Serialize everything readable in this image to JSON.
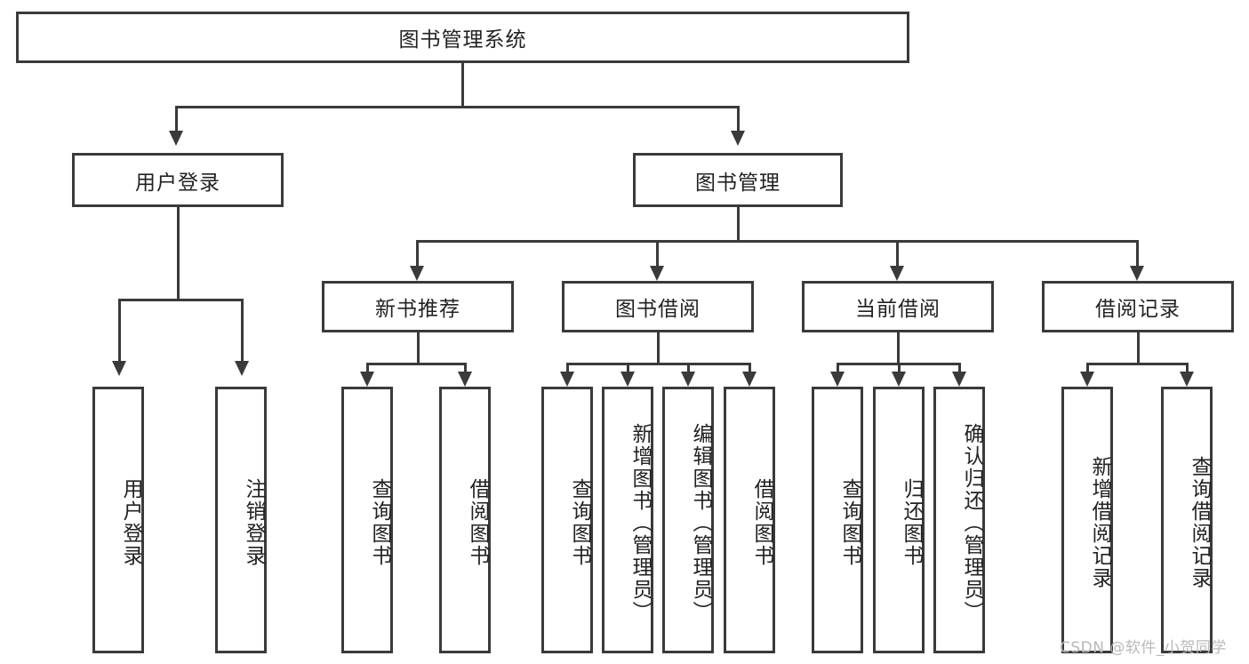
{
  "diagram": {
    "type": "hierarchy-tree",
    "title": "图书管理系统",
    "root": {
      "label": "图书管理系统"
    },
    "level1": [
      {
        "label": "用户登录"
      },
      {
        "label": "图书管理"
      }
    ],
    "level2": [
      {
        "label": "新书推荐"
      },
      {
        "label": "图书借阅"
      },
      {
        "label": "当前借阅"
      },
      {
        "label": "借阅记录"
      }
    ],
    "leaves": {
      "user_login": [
        {
          "label": "用户登录"
        },
        {
          "label": "注销登录"
        }
      ],
      "new_book_recommend": [
        {
          "label": "查询图书"
        },
        {
          "label": "借阅图书"
        }
      ],
      "book_borrow": [
        {
          "label": "查询图书"
        },
        {
          "label": "新增图书（管理员）"
        },
        {
          "label": "编辑图书（管理员）"
        },
        {
          "label": "借阅图书"
        }
      ],
      "current_borrow": [
        {
          "label": "查询图书"
        },
        {
          "label": "归还图书"
        },
        {
          "label": "确认归还（管理员）"
        }
      ],
      "borrow_record": [
        {
          "label": "新增借阅记录"
        },
        {
          "label": "查询借阅记录"
        }
      ]
    }
  },
  "watermark": {
    "text": "CSDN @软件_小贺同学"
  },
  "colors": {
    "stroke": "#3a3a3a",
    "background": "#ffffff",
    "text": "#222222",
    "watermark": "#b9b9b9"
  }
}
